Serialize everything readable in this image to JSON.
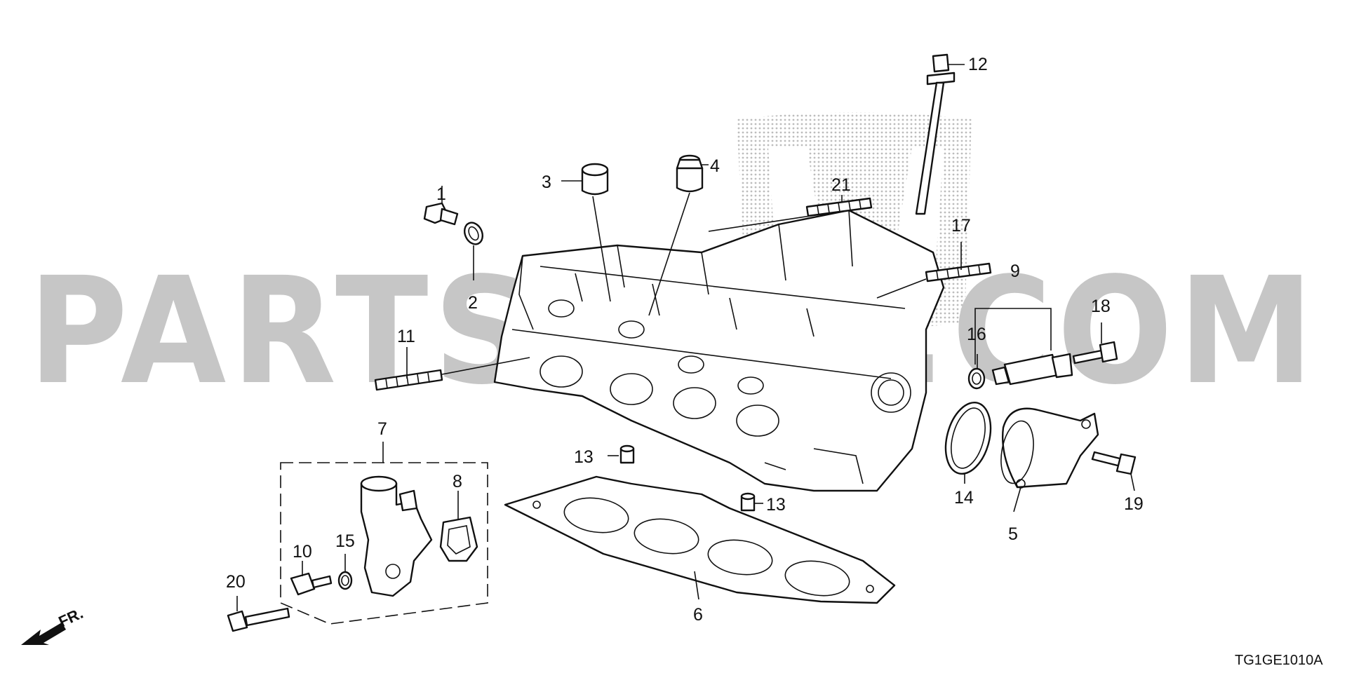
{
  "watermark": {
    "text": "PARTSOUQ.COM"
  },
  "diagram_code": "TG1GE1010A",
  "front_marker": "FR.",
  "callouts": [
    "1",
    "2",
    "3",
    "4",
    "5",
    "6",
    "7",
    "8",
    "9",
    "10",
    "11",
    "12",
    "13",
    "13",
    "14",
    "15",
    "16",
    "17",
    "18",
    "19",
    "20",
    "21"
  ],
  "colors": {
    "line": "#111111",
    "watermark": "#c6c6c6",
    "background": "#ffffff"
  }
}
